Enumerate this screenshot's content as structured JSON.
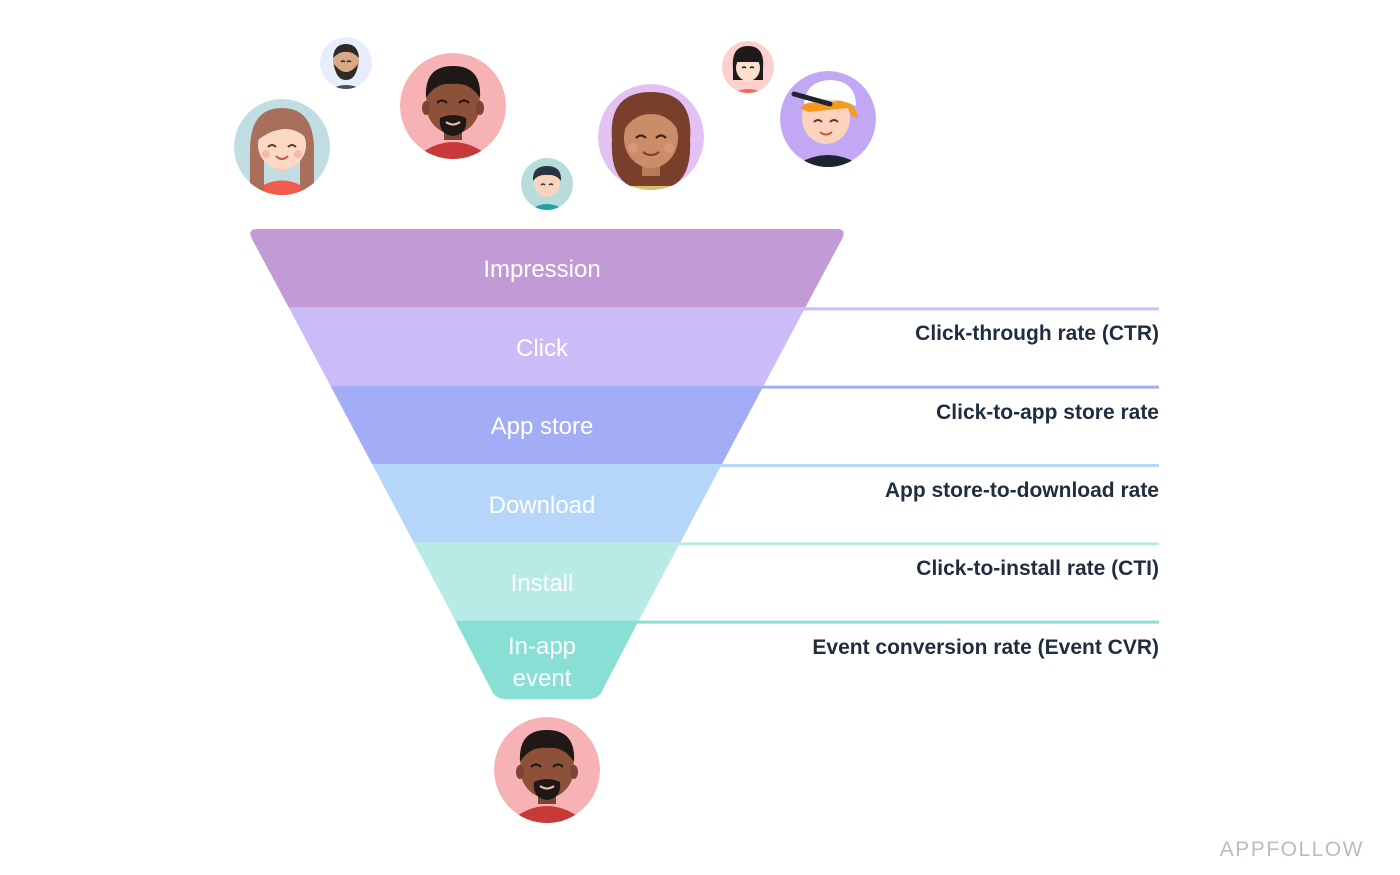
{
  "funnel": {
    "stages": [
      {
        "label": "Impression",
        "color": "#c19ad6"
      },
      {
        "label": "Click",
        "color": "#cbbcf7"
      },
      {
        "label": "App store",
        "color": "#a2adf6"
      },
      {
        "label": "Download",
        "color": "#b5d6f9"
      },
      {
        "label": "Install",
        "color": "#b8ebe6"
      },
      {
        "label_lines": [
          "In-app",
          "event"
        ],
        "color": "#88dfd3"
      }
    ],
    "rates": [
      {
        "label": "Click-through rate (CTR)",
        "line_color": "#cbbcf7"
      },
      {
        "label": "Click-to-app store rate",
        "line_color": "#a2adf6"
      },
      {
        "label": "App store-to-download rate",
        "line_color": "#b5d6f9"
      },
      {
        "label": "Click-to-install rate (CTI)",
        "line_color": "#b8ebe6"
      },
      {
        "label": "Event conversion rate (Event CVR)",
        "line_color": "#88dfd3"
      }
    ]
  },
  "avatars": {
    "top": [
      {
        "name": "avatar-woman-brown-hair",
        "bg": "#bfdde3"
      },
      {
        "name": "avatar-man-beard-small",
        "bg": "#e6eefb"
      },
      {
        "name": "avatar-man-goatee",
        "bg": "#f7b2b5"
      },
      {
        "name": "avatar-boy-small",
        "bg": "#b8dcd9"
      },
      {
        "name": "avatar-woman-curly-hair",
        "bg": "#e3c1f4"
      },
      {
        "name": "avatar-girl-small",
        "bg": "#fbd0cf"
      },
      {
        "name": "avatar-boy-cap",
        "bg": "#c2a8f4"
      }
    ],
    "converted": {
      "name": "avatar-converted-user",
      "bg": "#f7b2b5"
    }
  },
  "brand": {
    "label": "APPFOLLOW"
  }
}
